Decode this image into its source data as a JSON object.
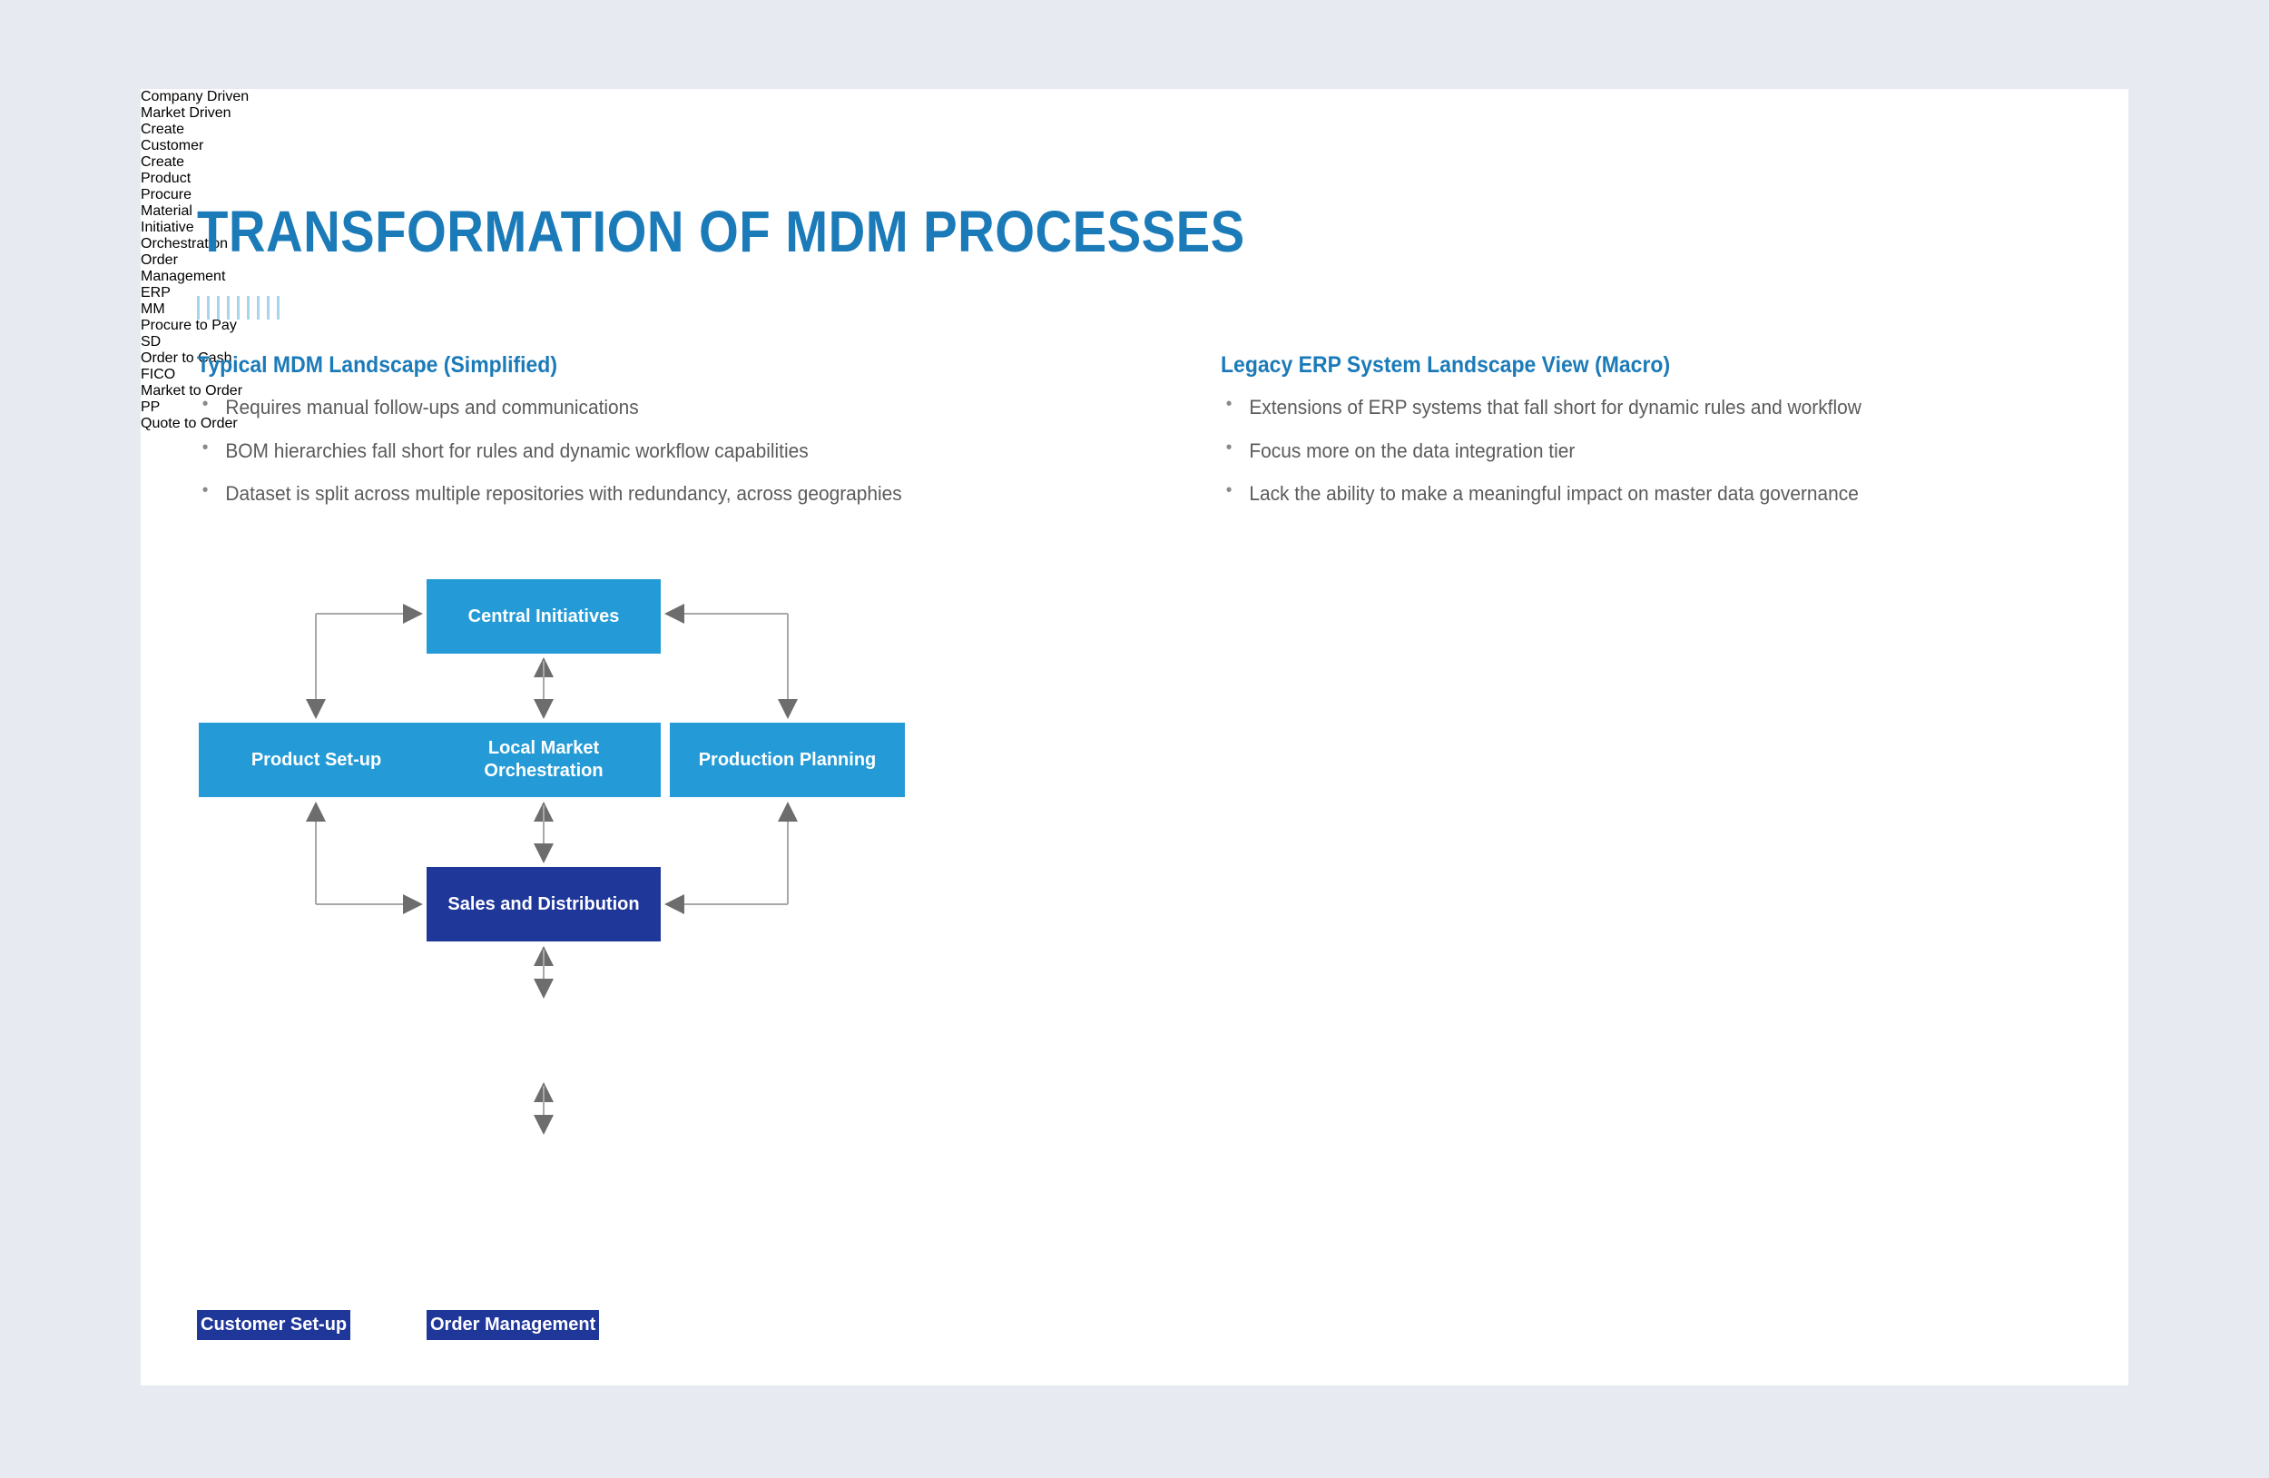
{
  "slide": {
    "title": "TRANSFORMATION OF MDM PROCESSES",
    "accent_color": "#1b7ab8",
    "company_color": "#249bd7",
    "market_color": "#20379a",
    "pale_color": "#9edcf1",
    "background": "#e7ebf1",
    "card_background": "#ffffff"
  },
  "left": {
    "heading": "Typical MDM Landscape (Simplified)",
    "bullets": [
      "Requires manual follow-ups and communications",
      "BOM hierarchies fall short for rules and dynamic workflow capabilities",
      "Dataset is split across multiple repositories with redundancy, across geographies"
    ],
    "nodes": {
      "central": "Central Initiatives",
      "product": "Product Set-up",
      "local": "Local Market Orchestration",
      "production": "Production Planning",
      "sales": "Sales and Distribution",
      "order": "Order Management",
      "customer": "Customer Set-up"
    },
    "legend": [
      {
        "label": "Company Driven",
        "color": "#249bd7"
      },
      {
        "label": "Market Driven",
        "color": "#20379a"
      }
    ]
  },
  "right": {
    "heading": "Legacy ERP System Landscape View (Macro)",
    "bullets": [
      "Extensions of ERP systems that fall short for dynamic rules and workflow",
      "Focus more on the data integration tier",
      "Lack the ability to make a meaningful impact on master data governance"
    ],
    "columns": [
      {
        "title_line1": "Create",
        "title_line2": "Customer"
      },
      {
        "title_line1": "Create",
        "title_line2": "Product"
      },
      {
        "title_line1": "Procure",
        "title_line2": "Material"
      },
      {
        "title_line1": "Initiative",
        "title_line2": "Orchestration"
      },
      {
        "title_line1": "Order",
        "title_line2": "Management"
      }
    ],
    "erp": {
      "title": "ERP",
      "modules": [
        {
          "code": "MM",
          "caption": "Procure to Pay"
        },
        {
          "code": "SD",
          "caption": "Order to Cash"
        },
        {
          "code": "FICO",
          "caption": "Market to Order"
        },
        {
          "code": "PP",
          "caption": "Quote to Order"
        }
      ]
    }
  }
}
